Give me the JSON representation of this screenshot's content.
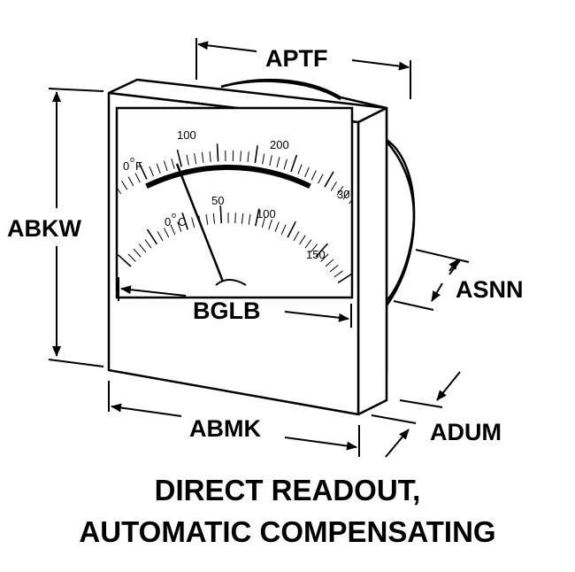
{
  "dimensions": {
    "aptf": "APTF",
    "abkw": "ABKW",
    "asnn": "ASNN",
    "bglb": "BGLB",
    "abmk": "ABMK",
    "adum": "ADUM"
  },
  "fahrenheit_scale": {
    "unit_prefix": "0",
    "unit_letter": "F",
    "labels": [
      "100",
      "200",
      "30"
    ]
  },
  "celsius_scale": {
    "unit_prefix": "0",
    "unit_letter": "C",
    "labels": [
      "50",
      "100",
      "150"
    ]
  },
  "caption": {
    "line1": "DIRECT READOUT,",
    "line2": "AUTOMATIC COMPENSATING"
  },
  "colors": {
    "ink": "#000000",
    "paper": "#ffffff"
  }
}
